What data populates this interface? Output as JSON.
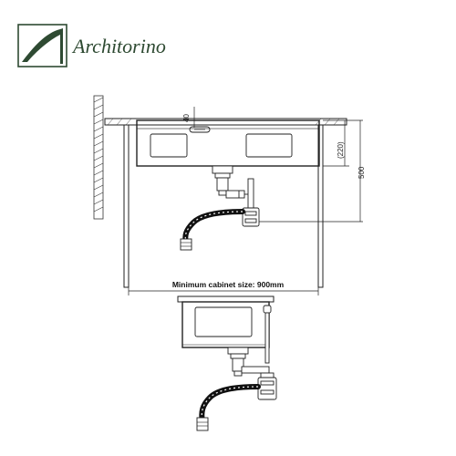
{
  "brand": {
    "name": "Architorino",
    "color": "#2e4a32"
  },
  "diagram": {
    "dimension_labels": {
      "overflow_height": "40",
      "mount_depth": "(220)",
      "cabinet_height": "500"
    },
    "caption": "Minimum cabinet size: 900mm"
  }
}
